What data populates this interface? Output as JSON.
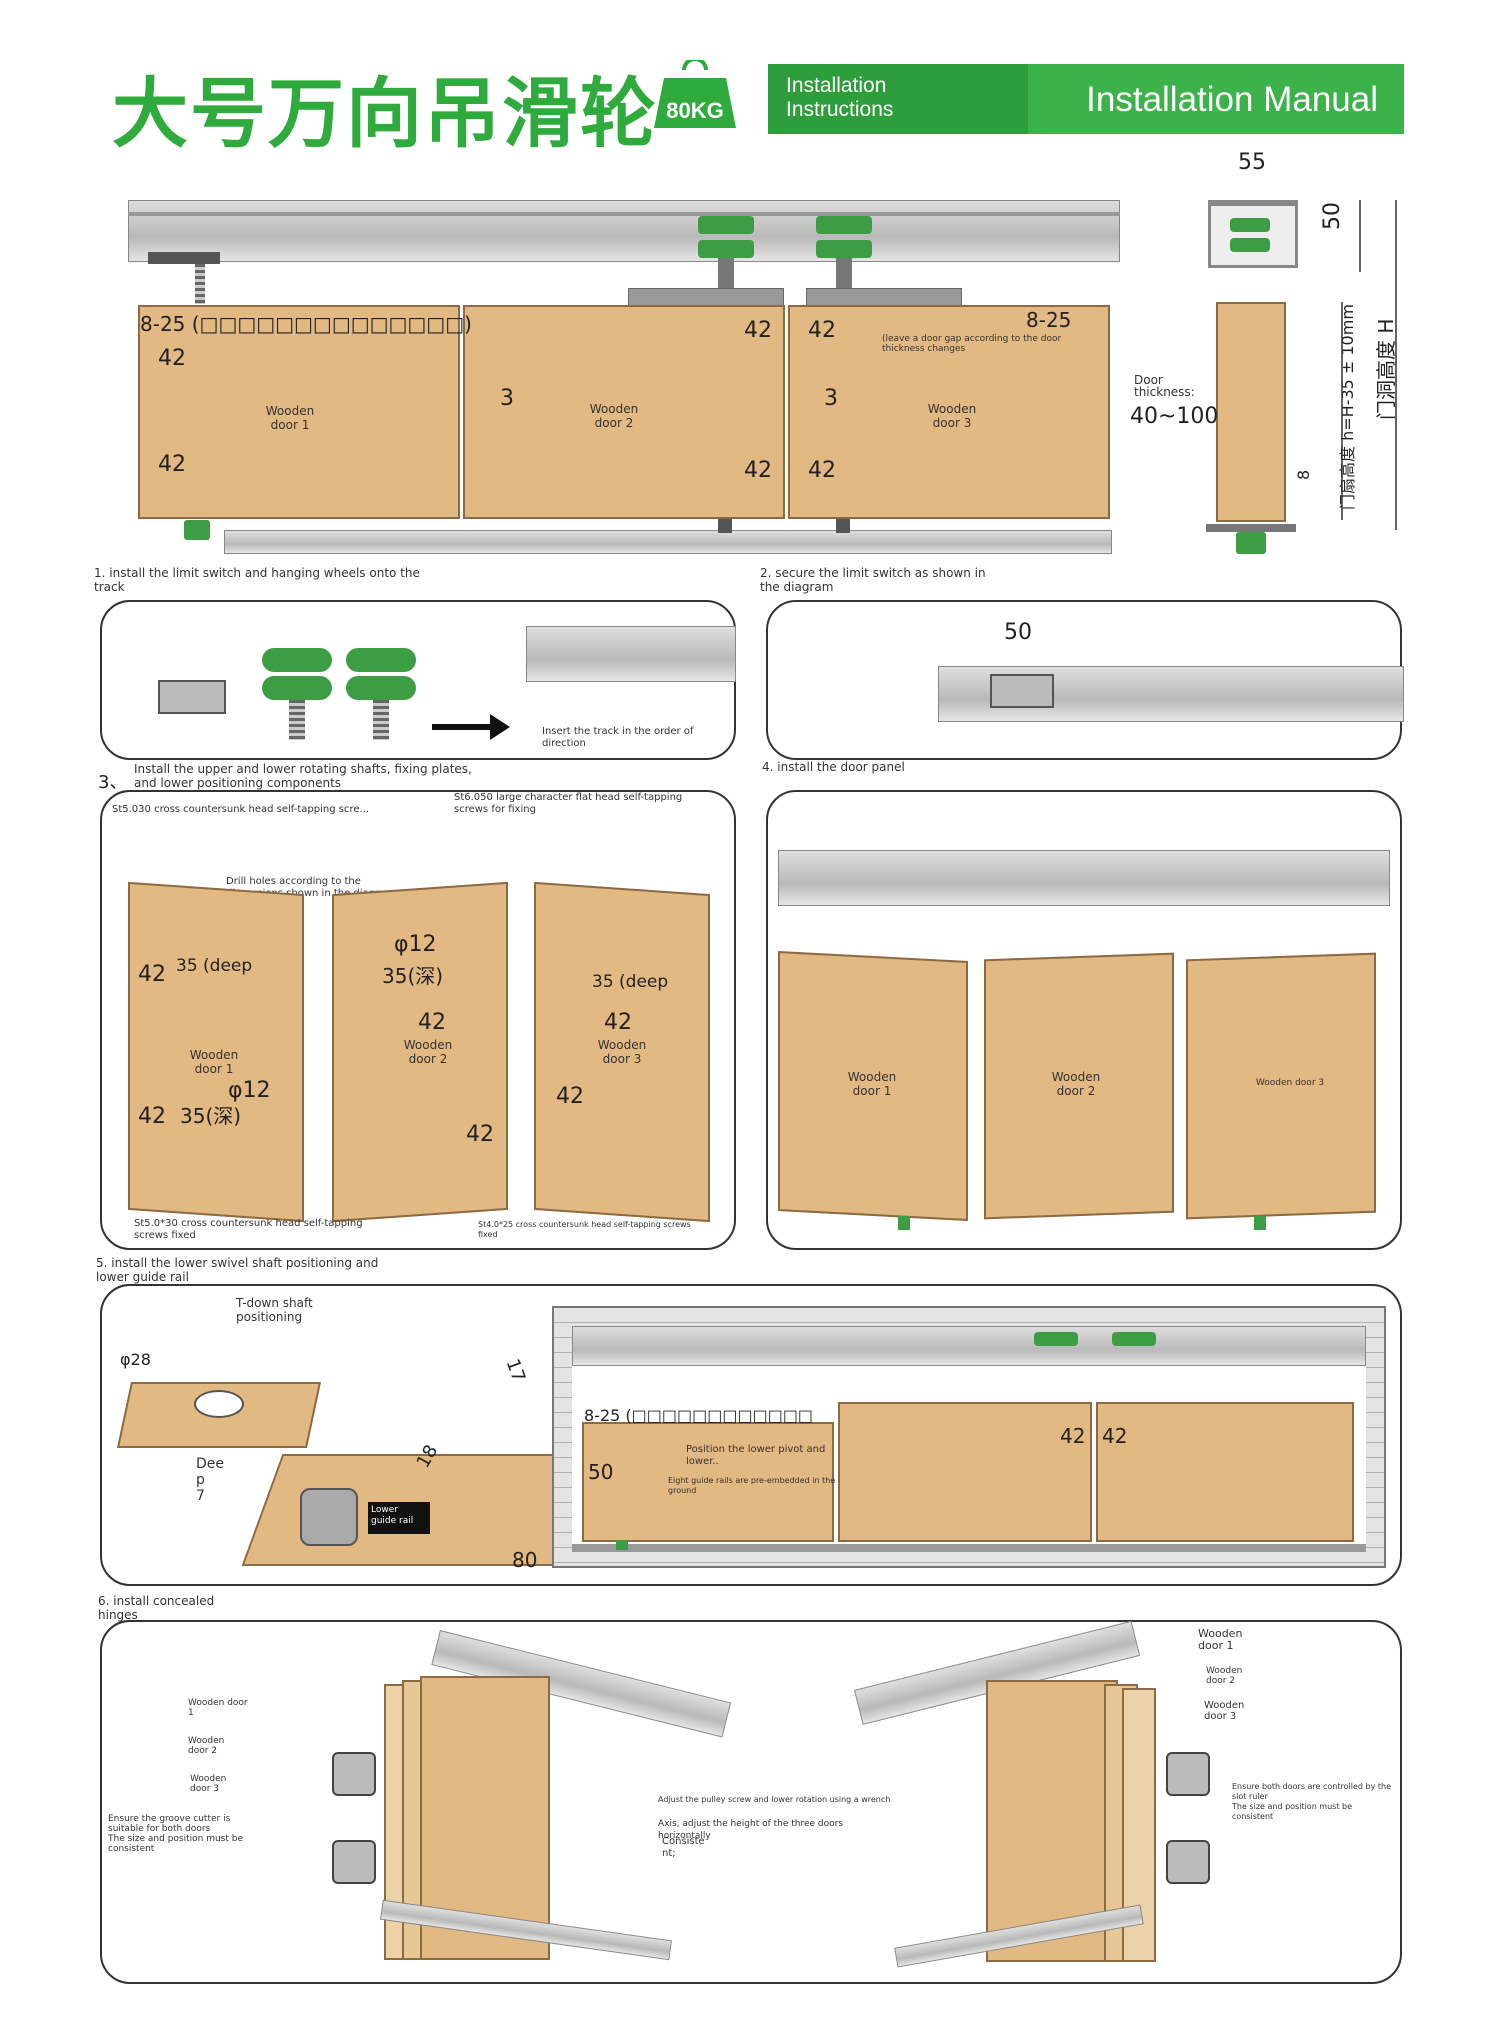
{
  "header": {
    "title_cn": "大号万向吊滑轮",
    "weight_badge": "80KG",
    "left_label": "Installation\nInstructions",
    "right_label": "Installation Manual",
    "colors": {
      "brand_green": "#3bb34a",
      "dark_green": "#2e9e3c",
      "wood": "#e2b883"
    }
  },
  "overview": {
    "gap_left": "8-25 (□□□□□□□□□□□□□□)",
    "gap_right": "8-25",
    "gap_note": "(leave a door gap according to the door thickness changes",
    "dims": [
      "42",
      "42",
      "42",
      "42",
      "42",
      "42",
      "3",
      "3"
    ],
    "doors": [
      "Wooden\ndoor 1",
      "Wooden\ndoor 2",
      "Wooden\ndoor 3"
    ],
    "door_thickness_label": "Door\nthickness:",
    "door_thickness": "40~100",
    "side_width": "55",
    "side_height": "50",
    "bottom_gap": "8",
    "door_height_formula": "门扇高度 h=H-35 ± 10mm",
    "opening_height": "门洞高度 H"
  },
  "steps": {
    "s1": "1. install the limit switch and hanging wheels onto the track",
    "s1_note": "Insert the track in the order of direction",
    "s2": "2. secure the limit switch as shown in the diagram",
    "s2_dim": "50",
    "s3_num": "3、",
    "s3": "Install the upper and lower rotating shafts, fixing plates, and lower positioning components",
    "s3_screw_a": "St5.030 cross countersunk head self-tapping scre...",
    "s3_screw_b": "St6.050 large character flat head self-tapping screws for fixing",
    "s3_drill": "Drill holes according to the dimensions shown in the diagram",
    "s3_screw_c": "St5.0*30 cross countersunk head self-tapping screws fixed",
    "s3_screw_d": "St4.0*25 cross countersunk head self-tapping screws fixed",
    "s3_doors": [
      "Wooden\ndoor 1",
      "Wooden\ndoor 2",
      "Wooden\ndoor 3"
    ],
    "s3_dims": {
      "d12": "φ12",
      "deep35": "35 (deep",
      "deep35_cn": "35(深)",
      "d42": "42"
    },
    "s4": "4. install the door panel",
    "s4_doors": [
      "Wooden\ndoor 1",
      "Wooden\ndoor 2",
      "Wooden door 3"
    ],
    "s5": "5. install the lower swivel shaft positioning and lower guide rail",
    "s5_tdown": "T-down shaft positioning",
    "s5_d28": "φ28",
    "s5_deep": "Dee\np\n7",
    "s5_rail": "Lower\nguide rail",
    "s5_dims": {
      "d17": "17",
      "d18": "18",
      "d80": "80",
      "d50": "50",
      "d42a": "42",
      "d42b": "42"
    },
    "s5_gap": "8-25 (□□□□□□□□□□□□",
    "s5_pos": "Position the lower pivot and lower..",
    "s5_eight": "Eight guide rails are pre-embedded in the ground",
    "s6": "6. install concealed hinges",
    "s6_left_labels": [
      "Wooden door\n1",
      "Wooden\ndoor 2",
      "Wooden\ndoor 3"
    ],
    "s6_groove": "Ensure the groove cutter is suitable for both doors\nThe size and position must be consistent",
    "s6_adjust": "Adjust the pulley screw and lower rotation using a wrench",
    "s6_axis": "Axis, adjust the height of the three doors horizontally",
    "s6_consist": "Consiste\nnt;",
    "s6_right_labels": [
      "Wooden\ndoor 1",
      "Wooden\ndoor 2",
      "Wooden\ndoor 3"
    ],
    "s6_slot": "Ensure both doors are controlled by the slot ruler\nThe size and position must be consistent"
  }
}
